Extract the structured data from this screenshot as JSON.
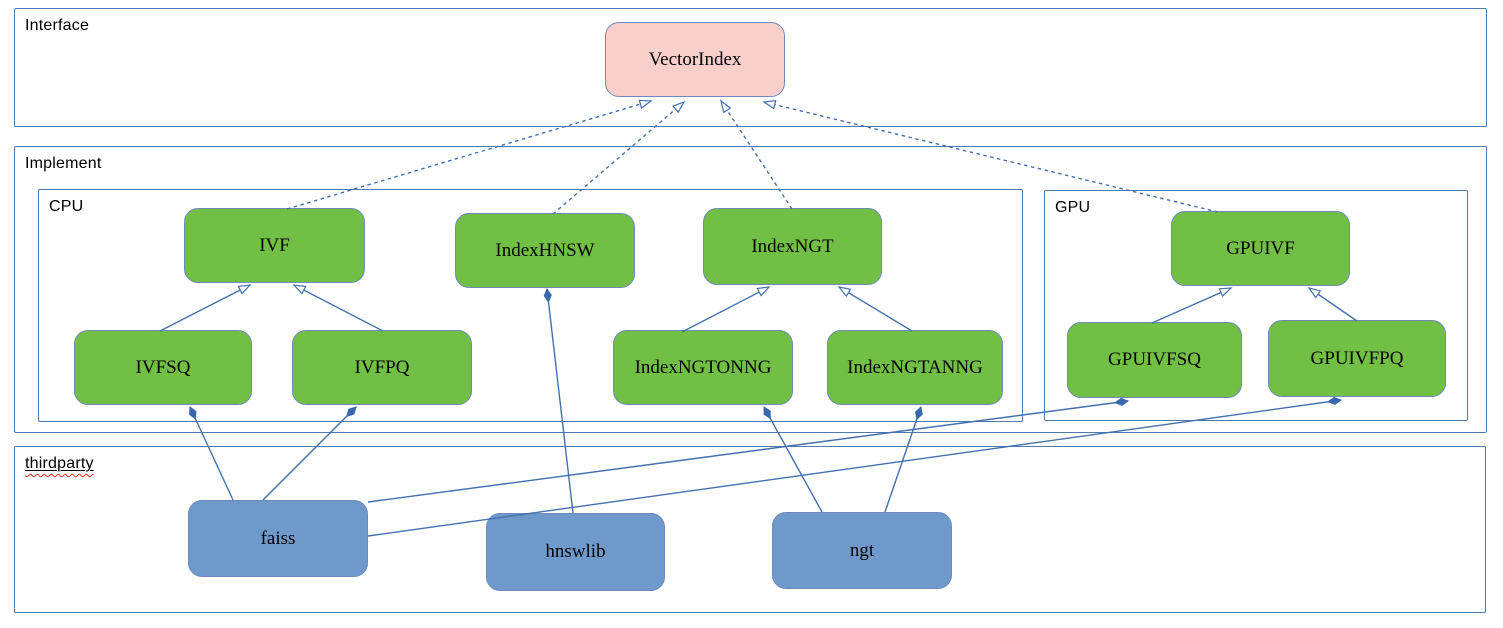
{
  "diagram": {
    "containers": {
      "interface": {
        "label": "Interface"
      },
      "implement": {
        "label": "Implement"
      },
      "cpu": {
        "label": "CPU"
      },
      "gpu": {
        "label": "GPU"
      },
      "thirdparty": {
        "label": "thirdparty"
      }
    },
    "nodes": {
      "vectorindex": {
        "label": "VectorIndex",
        "kind": "interface"
      },
      "ivf": {
        "label": "IVF",
        "kind": "cpu-class"
      },
      "indexhnsw": {
        "label": "IndexHNSW",
        "kind": "cpu-class"
      },
      "indexngt": {
        "label": "IndexNGT",
        "kind": "cpu-class"
      },
      "gpuivf": {
        "label": "GPUIVF",
        "kind": "gpu-class"
      },
      "ivfsq": {
        "label": "IVFSQ",
        "kind": "cpu-class"
      },
      "ivfpq": {
        "label": "IVFPQ",
        "kind": "cpu-class"
      },
      "indexngtonng": {
        "label": "IndexNGTONNG",
        "kind": "cpu-class"
      },
      "indexngtanng": {
        "label": "IndexNGTANNG",
        "kind": "cpu-class"
      },
      "gpuivfsq": {
        "label": "GPUIVFSQ",
        "kind": "gpu-class"
      },
      "gpuivfpq": {
        "label": "GPUIVFPQ",
        "kind": "gpu-class"
      },
      "faiss": {
        "label": "faiss",
        "kind": "thirdparty-lib"
      },
      "hnswlib": {
        "label": "hnswlib",
        "kind": "thirdparty-lib"
      },
      "ngt": {
        "label": "ngt",
        "kind": "thirdparty-lib"
      }
    },
    "edges": [
      {
        "from": "IVF",
        "to": "VectorIndex",
        "type": "realization-dashed-hollow-arrow"
      },
      {
        "from": "IndexHNSW",
        "to": "VectorIndex",
        "type": "realization-dashed-hollow-arrow"
      },
      {
        "from": "IndexNGT",
        "to": "VectorIndex",
        "type": "realization-dashed-hollow-arrow"
      },
      {
        "from": "GPUIVF",
        "to": "VectorIndex",
        "type": "realization-dashed-hollow-arrow"
      },
      {
        "from": "IVFSQ",
        "to": "IVF",
        "type": "generalization-hollow-arrow"
      },
      {
        "from": "IVFPQ",
        "to": "IVF",
        "type": "generalization-hollow-arrow"
      },
      {
        "from": "IndexNGTONNG",
        "to": "IndexNGT",
        "type": "generalization-hollow-arrow"
      },
      {
        "from": "IndexNGTANNG",
        "to": "IndexNGT",
        "type": "generalization-hollow-arrow"
      },
      {
        "from": "GPUIVFSQ",
        "to": "GPUIVF",
        "type": "generalization-hollow-arrow"
      },
      {
        "from": "GPUIVFPQ",
        "to": "GPUIVF",
        "type": "generalization-hollow-arrow"
      },
      {
        "from": "faiss",
        "to": "IVFSQ",
        "type": "composition-filled-diamond"
      },
      {
        "from": "faiss",
        "to": "IVFPQ",
        "type": "composition-filled-diamond"
      },
      {
        "from": "faiss",
        "to": "GPUIVFSQ",
        "type": "composition-filled-diamond"
      },
      {
        "from": "faiss",
        "to": "GPUIVFPQ",
        "type": "composition-filled-diamond"
      },
      {
        "from": "hnswlib",
        "to": "IndexHNSW",
        "type": "composition-filled-diamond"
      },
      {
        "from": "ngt",
        "to": "IndexNGTONNG",
        "type": "composition-filled-diamond"
      },
      {
        "from": "ngt",
        "to": "IndexNGTANNG",
        "type": "composition-filled-diamond"
      }
    ],
    "colors": {
      "pink_fill": "#f8cfcb",
      "green_fill": "#72bf45",
      "blue_fill": "#7099cb",
      "node_border": "#6e8abd",
      "container_border": "#4d79ad",
      "connector": "#4470ad",
      "diamond_fill": "#3a67ad",
      "text": "#000000",
      "squiggle": "#dd2f1e"
    }
  }
}
